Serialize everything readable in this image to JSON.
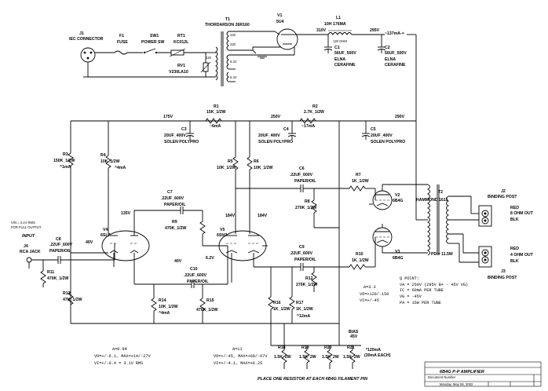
{
  "components": {
    "j1": {
      "ref": "J1",
      "name": "IEC CONNECTOR"
    },
    "f1": {
      "ref": "F1",
      "name": "FUSE"
    },
    "sw1": {
      "ref": "SW1",
      "name": "POWER SW"
    },
    "rt1": {
      "ref": "RT1",
      "name": "KC012L"
    },
    "rv1": {
      "ref": "RV1",
      "name": "V230LA10"
    },
    "t1": {
      "ref": "T1",
      "name": "THORDARSON 26R160"
    },
    "v1": {
      "ref": "V1",
      "name": "5U4"
    },
    "l1": {
      "ref": "L1",
      "name": "10H 176MA",
      "ohms": "120 OHM"
    },
    "c1": {
      "ref": "C1",
      "value": "56UF_500V",
      "make1": "ELNA",
      "make2": "CERAFINE"
    },
    "c2": {
      "ref": "C2",
      "value": "56UF_500V",
      "make1": "ELNA",
      "make2": "CERAFINE"
    },
    "r1": {
      "ref": "R1",
      "value": "15K_1/2W",
      "current": "~6mA"
    },
    "r2": {
      "ref": "R2",
      "value": "2.7K_1/2W",
      "current": "~17mA"
    },
    "c3": {
      "ref": "C3",
      "value": "20UF_400V",
      "make": "SOLEN POLYPRO"
    },
    "c4": {
      "ref": "C4",
      "value": "20UF_400V",
      "make": "SOLEN POLYPRO"
    },
    "c5": {
      "ref": "C5",
      "value": "20UF_400V",
      "make": "SOLEN POLYPRO"
    },
    "r3": {
      "ref": "R3",
      "value": "150K_1/2W",
      "current": "^1mA"
    },
    "r4": {
      "ref": "R4",
      "value": "10K_1/2W",
      "current": "^4mA"
    },
    "r5": {
      "ref": "R5",
      "value": "10K_1/2W"
    },
    "r6": {
      "ref": "R6",
      "value": "10K_1/2W"
    },
    "c6": {
      "ref": "C6",
      "value": ".22UF_600V",
      "make": "PAPER/OIL"
    },
    "c7": {
      "ref": "C7",
      "value": ".22UF_600V",
      "make": "PAPER/OIL"
    },
    "c8": {
      "ref": "C8",
      "value": ".22UF_600V",
      "make": "PAPER/OIL"
    },
    "c9": {
      "ref": "C9",
      "value": ".22UF_600V",
      "make": "PAPER/OIL"
    },
    "c10": {
      "ref": "C10",
      "value": ".22UF_600V",
      "make": "PAPER/OIL"
    },
    "r7": {
      "ref": "R7",
      "value": "1K_1/2W"
    },
    "r8": {
      "ref": "R8",
      "value": "270K_1/2W"
    },
    "r9": {
      "ref": "R9",
      "value": "470K_1/2W"
    },
    "r10": {
      "ref": "R10",
      "value": "1K_1/2W"
    },
    "r11": {
      "ref": "R11",
      "value": "470K_1/2W"
    },
    "r12": {
      "ref": "R12",
      "value": "270K_1/2W"
    },
    "r13": {
      "ref": "R13",
      "value": "47K_1/2W"
    },
    "r14": {
      "ref": "R14",
      "value": "10K_1/2W",
      "current": "^4mA"
    },
    "r15": {
      "ref": "R15",
      "value": "470K_1/2W"
    },
    "r16": {
      "ref": "R16",
      "value": "1K_1/2W"
    },
    "r17": {
      "ref": "R17",
      "value": "1K_1/2W",
      "current": "^12mA"
    },
    "r18": {
      "ref": "R18",
      "value": "1.5K_2W"
    },
    "r19": {
      "ref": "R19",
      "value": "1.5K_2W"
    },
    "r20": {
      "ref": "R20",
      "value": "1.5K_2W"
    },
    "r21": {
      "ref": "R21",
      "value": "1.5K_2W"
    },
    "v2": {
      "ref": "V2",
      "name": "6B4G"
    },
    "v3": {
      "ref": "V3",
      "name": "6B4G"
    },
    "v4": {
      "ref": "V4",
      "name": "6SL7"
    },
    "v5": {
      "ref": "V5",
      "name": "6SN7"
    },
    "t2": {
      "ref": "T2",
      "name": "HAMMOND 1615"
    },
    "j2": {
      "ref": "J2",
      "name": "BINDING POST",
      "tap": "8 OHM OUT",
      "red": "RED",
      "blk": "BLK"
    },
    "j3": {
      "ref": "J3",
      "name": "BINDING POST",
      "tap": "4 OHM OUT",
      "red": "RED",
      "blk": "BLK"
    },
    "j4": {
      "ref": "J4",
      "name": "RCA JACK",
      "input": "INPUT"
    }
  },
  "voltages": {
    "v310": "310V",
    "v295": "295V",
    "ma137": "~137mA->",
    "v175": "175V",
    "v250": "250V",
    "v290": "290V",
    "v135": "135V",
    "v40a": "40V",
    "v40b": "40V",
    "v184a": "184V",
    "v184b": "184V",
    "v62": "6.2V",
    "bias": "BIAS",
    "bias_v": "45V",
    "ma120": "*120mA",
    "ma120b": "(30mA EACH)",
    "pd": "PD = 11.5W"
  },
  "notes": {
    "vin1": "VIN = 3.1V RMS",
    "vin2": "FOR FULL OUTPUT",
    "stage1": [
      "A=0.94",
      "VO=+/-6.1, MAX=+14/-27V",
      "VI=+/-6.4 = 3.1V RMS"
    ],
    "stage2": [
      "A=11",
      "VO=+/-45, MAX=+69/-67V",
      "VI=+/-4.1, MAX=+6.25"
    ],
    "stage3": [
      "A=3.3",
      "VO=+120/-150",
      "VI=+/-45"
    ],
    "qpoint": [
      "Q POINT:",
      "VA = 250V (295V B+ - 45V VG)",
      "IC = 60mA PER TUBE",
      "VG = -45V",
      "PA = 15W PER TUBE"
    ],
    "filament": "PLACE ONE RESISTOR AT EACH 6B4G FILAMENT PIN"
  },
  "titleblock": {
    "title": "6B4G P-P AMPLIFIER",
    "line1": "Document Number",
    "date": "Monday, May 06, 2002"
  }
}
